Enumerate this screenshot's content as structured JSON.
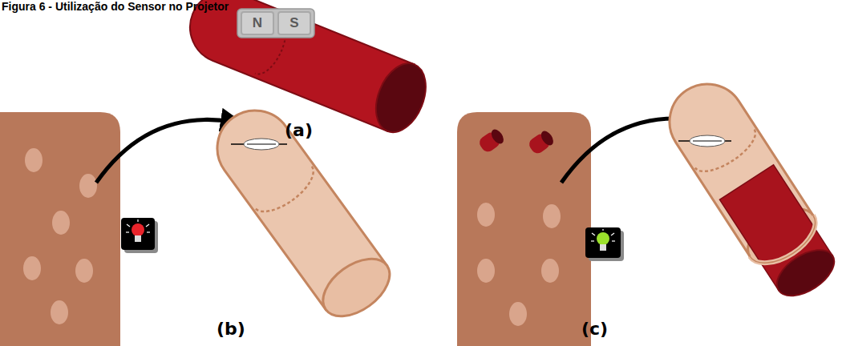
{
  "diagram": {
    "title": "Figura 6 - Utilização do Sensor no Projetor",
    "nodes": [
      {
        "text": [
          "N"
        ]
      },
      {
        "text": [
          "S"
        ]
      }
    ],
    "labels": [
      "(a)",
      "(b)",
      "(c)"
    ]
  }
}
